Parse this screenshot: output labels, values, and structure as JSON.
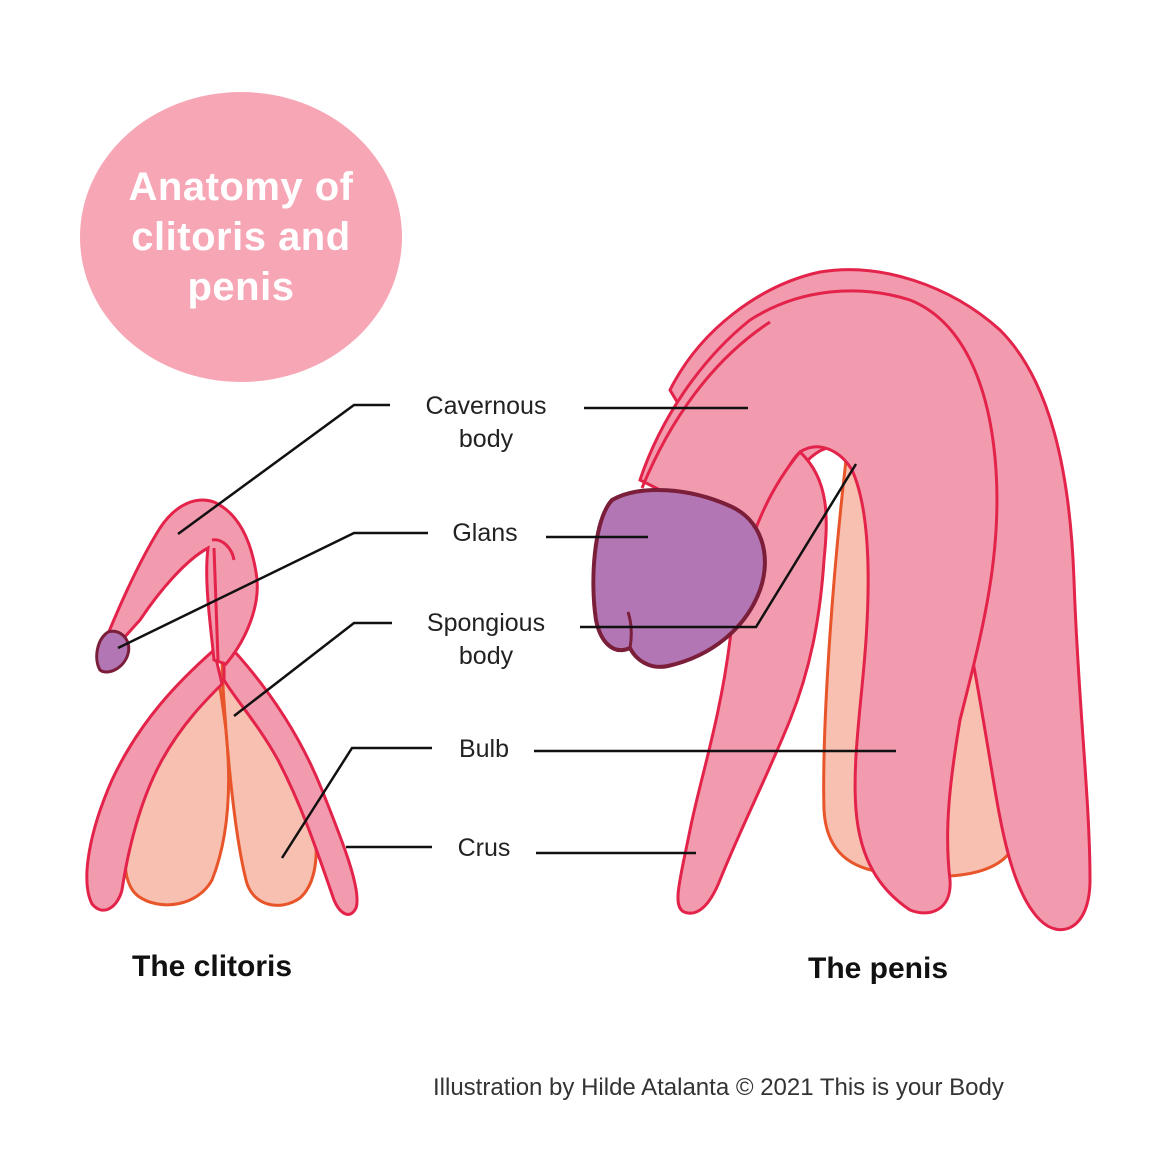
{
  "title": "Anatomy of clitoris and penis",
  "labels": {
    "cavernous": "Cavernous body",
    "glans": "Glans",
    "spongious": "Spongious body",
    "bulb": "Bulb",
    "crus": "Crus"
  },
  "captions": {
    "clitoris": "The clitoris",
    "penis": "The penis"
  },
  "credit": "Illustration by Hilde Atalanta © 2021 This is your Body",
  "colors": {
    "title_circle": "#f7a6b6",
    "cavernous_fill": "#f29aae",
    "cavernous_outline": "#e3234a",
    "bulb_fill": "#f7c0b0",
    "bulb_outline": "#e8552a",
    "glans_fill": "#b276b4",
    "glans_outline": "#7a1e3a"
  }
}
